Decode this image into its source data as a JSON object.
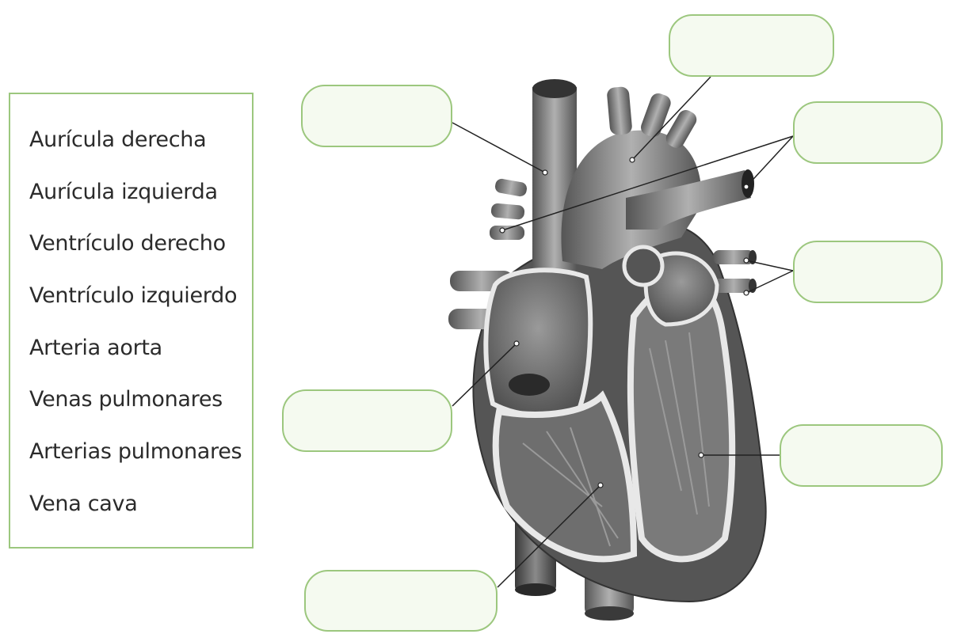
{
  "word_bank": {
    "items": [
      "Aurícula derecha",
      "Aurícula izquierda",
      "Ventrículo derecho",
      "Ventrículo izquierdo",
      "Arteria aorta",
      "Venas pulmonares",
      "Arterias pulmonares",
      "Vena cava"
    ]
  },
  "label_boxes": [
    "",
    "",
    "",
    "",
    "",
    "",
    ""
  ],
  "colors": {
    "box_border": "#9cc77e",
    "box_fill": "#f5faf0",
    "leader_line": "#222222"
  }
}
